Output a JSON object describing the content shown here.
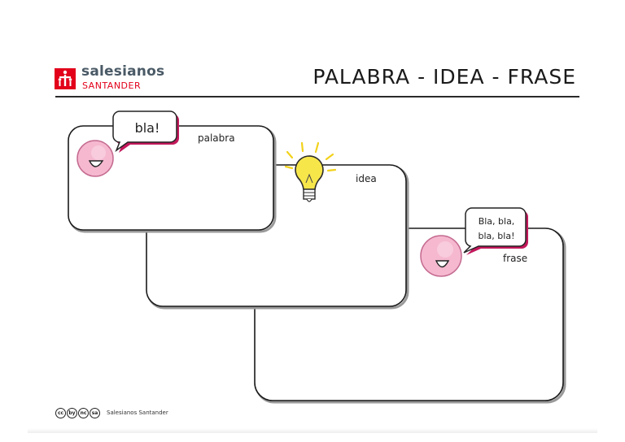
{
  "header": {
    "brand": "salesianos",
    "brand_sub": "SANTANDER",
    "title": "PALABRA - IDEA - FRASE"
  },
  "panels": {
    "palabra": {
      "label": "palabra",
      "bubble": "bla!"
    },
    "idea": {
      "label": "idea"
    },
    "frase": {
      "label": "frase",
      "bubble_line1": "Bla, bla,",
      "bubble_line2": "bla, bla!"
    }
  },
  "footer": {
    "license_badges": [
      "cc",
      "by",
      "nc",
      "sa"
    ],
    "credit": "Salesianos Santander"
  },
  "colors": {
    "brand_red": "#e2001a",
    "brand_grey": "#4a5a66",
    "face_pink": "#f5b8cf",
    "bubble_shadow": "#c2185b",
    "bulb_yellow": "#f7e64a"
  },
  "icons": {
    "speaker_face": "smiling-face-icon",
    "idea": "lightbulb-icon",
    "logo": "salesianos-logo-icon"
  }
}
